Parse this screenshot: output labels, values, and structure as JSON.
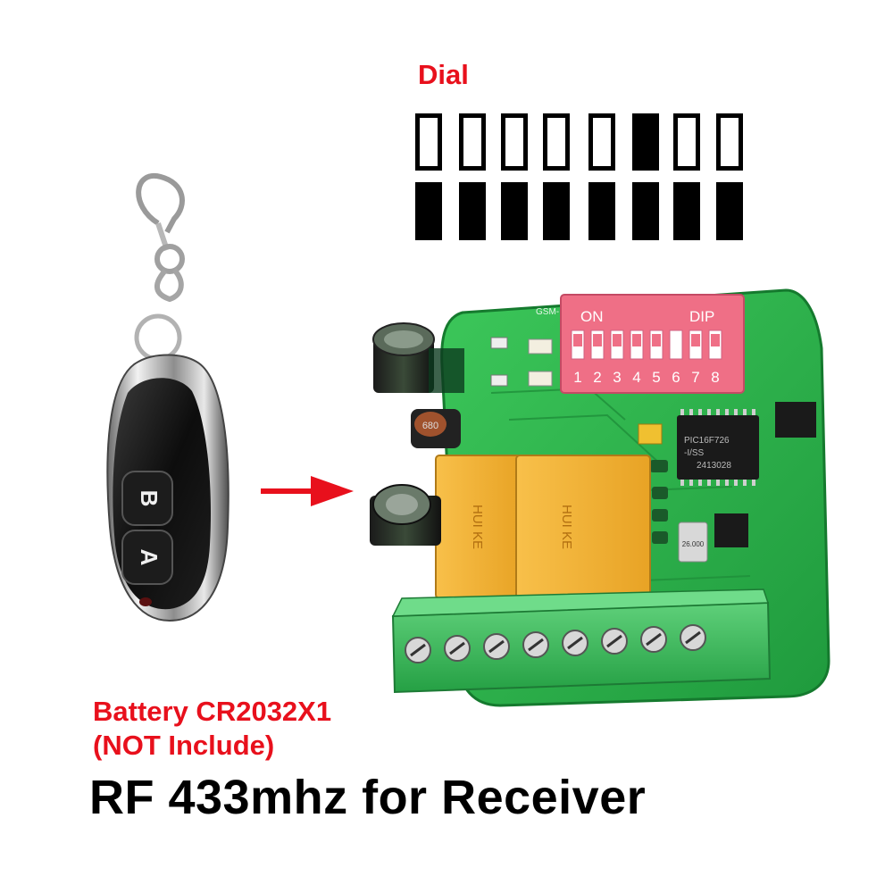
{
  "dial": {
    "title": "Dial",
    "switch_count": 8,
    "on_switches": [
      6
    ]
  },
  "remote": {
    "button_b": "B",
    "button_a": "A"
  },
  "board": {
    "dip_on_label": "ON",
    "dip_label": "DIP",
    "dip_numbers": [
      "1",
      "2",
      "3",
      "4",
      "5",
      "6",
      "7",
      "8"
    ],
    "gsm_label": "GSM-",
    "relay_text_1": "HUI KE",
    "relay_text_2": "HUI KE",
    "chip_label_1": "PIC16F726",
    "chip_label_2": "-I/SS",
    "chip_label_3": "2413028",
    "crystal_label": "26.000",
    "terminal_count": 8
  },
  "battery": {
    "line1": "Battery CR2032X1",
    "line2": "(NOT Include)"
  },
  "caption": "RF 433mhz for Receiver",
  "colors": {
    "accent_red": "#e8101c",
    "pcb_green": "#2db34a",
    "terminal_green": "#3dba58",
    "dip_red": "#ef6f86",
    "relay_yellow": "#f5b335"
  }
}
